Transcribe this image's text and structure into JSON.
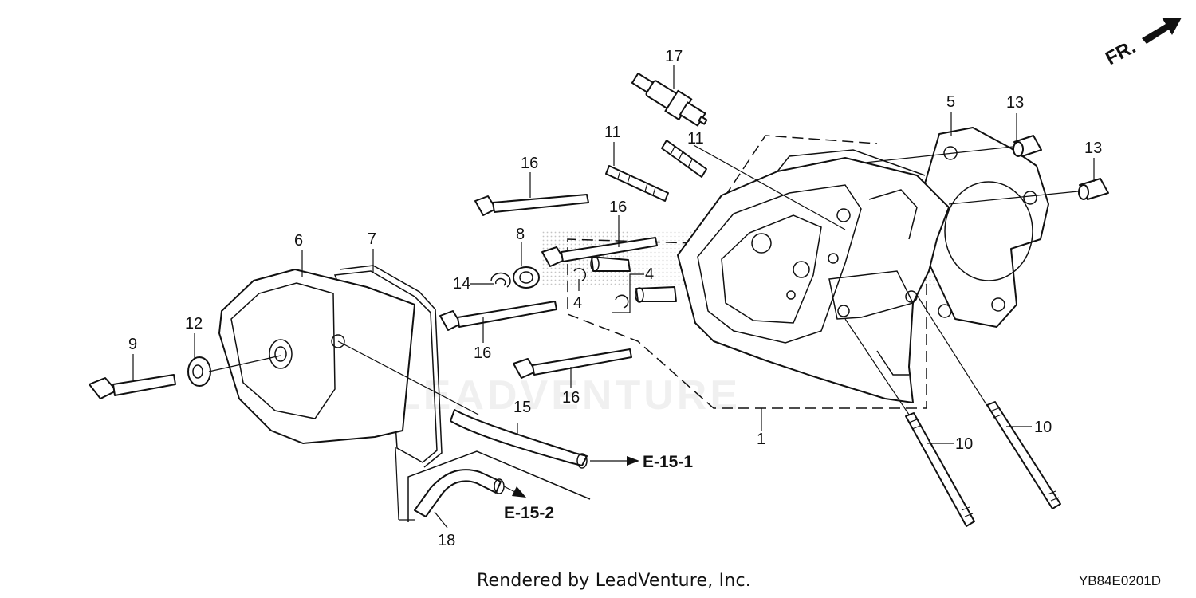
{
  "diagram": {
    "direction_label": "FR.",
    "watermark": "LEADVENTURE",
    "callouts": {
      "c1": "1",
      "c4a": "4",
      "c4b": "4",
      "c5": "5",
      "c6": "6",
      "c7": "7",
      "c8": "8",
      "c9": "9",
      "c10a": "10",
      "c10b": "10",
      "c11a": "11",
      "c11b": "11",
      "c12": "12",
      "c13a": "13",
      "c13b": "13",
      "c14": "14",
      "c15": "15",
      "c16a": "16",
      "c16b": "16",
      "c16c": "16",
      "c16d": "16",
      "c17": "17",
      "c18": "18"
    },
    "references": {
      "ref1": "E-15-1",
      "ref2": "E-15-2"
    }
  },
  "footer": {
    "credit": "Rendered by LeadVenture, Inc.",
    "diagram_code": "YB84E0201D"
  }
}
